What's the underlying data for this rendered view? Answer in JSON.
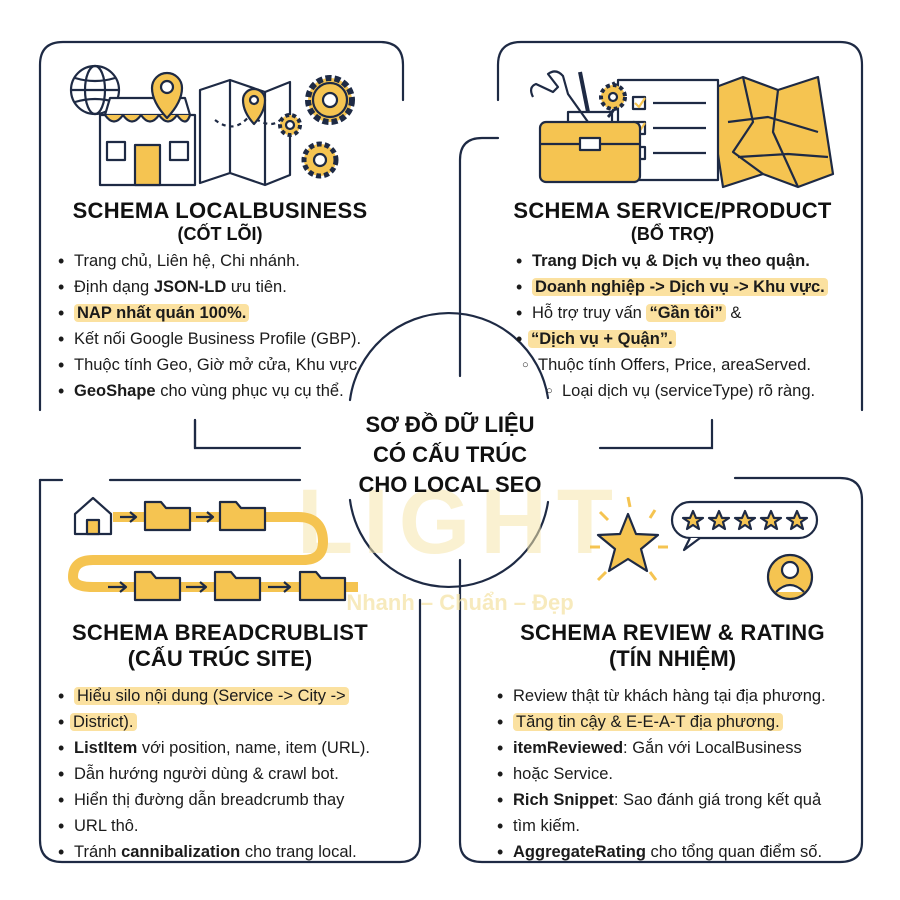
{
  "center": {
    "title_line1": "SƠ ĐỒ DỮ LIỆU",
    "title_line2": "CÓ CẤU TRÚC",
    "title_line3": "CHO LOCAL SEO"
  },
  "watermark": {
    "text": "LIGHT",
    "tagline": "Nhanh – Chuẩn – Đẹp"
  },
  "colors": {
    "accent": "#f5c451",
    "highlight": "#fbe1a0",
    "line": "#1e2a44"
  },
  "panels": {
    "localbusiness": {
      "title": "SCHEMA LOCALBUSINESS",
      "subtitle": "(CỐT LÕI)",
      "icons": [
        "globe-icon",
        "store-icon",
        "map-pin-icon",
        "map-icon",
        "gear-icon"
      ],
      "items": {
        "i1": "Trang chủ, Liên hệ, Chi nhánh.",
        "i2_pre": "Định dạng ",
        "i2_bold": "JSON-LD",
        "i2_post": " ưu tiên.",
        "i3": "NAP nhất quán 100%.",
        "i4": "Kết nối Google Business Profile (GBP).",
        "i5": "Thuộc tính Geo, Giờ mở cửa, Khu vực.",
        "i6_bold": "GeoShape",
        "i6_post": " cho vùng phục vụ cụ thể."
      }
    },
    "service": {
      "title": "SCHEMA SERVICE/PRODUCT",
      "subtitle": "(BỔ TRỢ)",
      "icons": [
        "toolbox-icon",
        "checklist-icon",
        "map-icon"
      ],
      "items": {
        "i1": "Trang Dịch vụ & Dịch vụ theo quận.",
        "i2": "Doanh nghiệp -> Dịch vụ -> Khu vực.",
        "i3_pre": "Hỗ trợ truy vấn ",
        "i3_hl": "“Gần tôi”",
        "i3_post": " &",
        "i3_line2": "“Dịch vụ + Quận”.",
        "i4": "Thuộc tính Offers, Price, areaServed.",
        "i5": "Loại dịch vụ (serviceType) rõ ràng."
      }
    },
    "breadcrumb": {
      "title": "SCHEMA BREADCRUBLIST",
      "subtitle": "(CẤU TRÚC SITE)",
      "icons": [
        "home-icon",
        "folder-icon"
      ],
      "items": {
        "i1_line1": "Hiểu silo nội dung (Service -> City ->",
        "i1_line2": "District).",
        "i2_bold": "ListItem",
        "i2_post": " với position, name, item (URL).",
        "i3": "Dẫn hướng người dùng & crawl bot.",
        "i4_line1": "Hiển thị đường dẫn breadcrumb thay",
        "i4_line2": "URL thô.",
        "i5_pre": "Tránh ",
        "i5_bold": "cannibalization",
        "i5_post": " cho trang local."
      }
    },
    "review": {
      "title": "SCHEMA REVIEW & RATING",
      "subtitle": "(TÍN NHIỆM)",
      "icons": [
        "star-icon",
        "rating-bubble-icon",
        "user-avatar-icon"
      ],
      "items": {
        "i1": "Review thật từ khách hàng tại địa phương.",
        "i2": "Tăng tin cậy & E-E-A-T địa phương.",
        "i3_bold": "itemReviewed",
        "i3_post": ": Gắn với LocalBusiness",
        "i3_line2": "hoặc Service.",
        "i4_bold": "Rich Snippet",
        "i4_post": ": Sao đánh giá trong kết quả",
        "i4_line2": "tìm kiếm.",
        "i5_bold": "AggregateRating",
        "i5_post": " cho tổng quan điểm số."
      }
    }
  }
}
